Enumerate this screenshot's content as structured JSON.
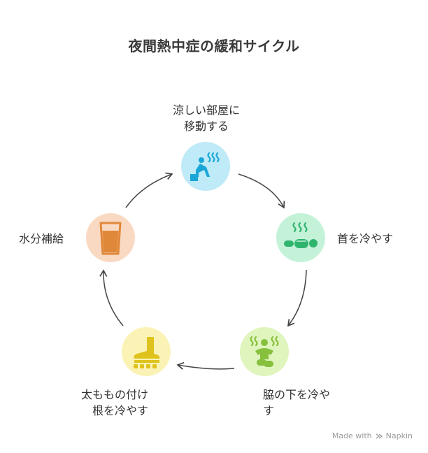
{
  "title": "夜間熱中症の緩和サイクル",
  "steps": [
    {
      "line1": "涼しい部屋に",
      "line2": "移動する",
      "icon": "person-in-cool-room-icon",
      "color": "#bfeaf7"
    },
    {
      "line1": "首を冷やす",
      "icon": "neck-cooling-icon",
      "color": "#c4f2d9"
    },
    {
      "line1": "脇の下を冷や",
      "line2": "す",
      "icon": "underarm-cooling-icon",
      "color": "#dff5bd"
    },
    {
      "line1": "太ももの付け",
      "line2": "根を冷やす",
      "icon": "foot-cooling-icon",
      "color": "#fbf3b6"
    },
    {
      "line1": "水分補給",
      "icon": "water-glass-icon",
      "color": "#fad9c2"
    }
  ],
  "watermark": {
    "prefix": "Made with",
    "brand": "Napkin"
  }
}
